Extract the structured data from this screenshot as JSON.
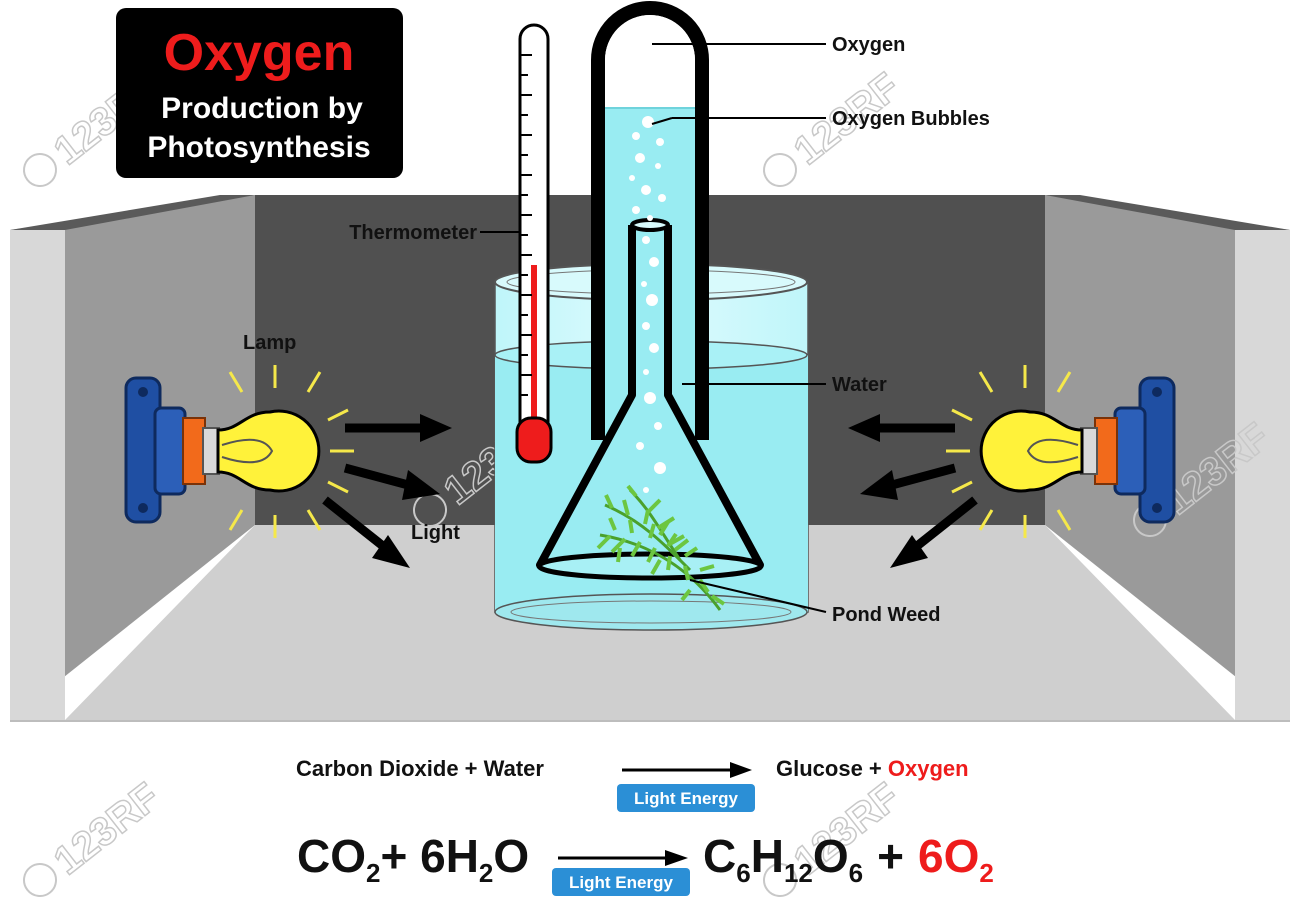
{
  "title": {
    "main": "Oxygen",
    "line1": "Production by",
    "line2": "Photosynthesis"
  },
  "labels": {
    "oxygen": "Oxygen",
    "oxygen_bubbles": "Oxygen Bubbles",
    "thermometer": "Thermometer",
    "water": "Water",
    "pond_weed": "Pond Weed",
    "lamp": "Lamp",
    "light": "Light"
  },
  "word_equation": {
    "reactants": "Carbon Dioxide + Water",
    "product_glucose": "Glucose + ",
    "product_oxygen": "Oxygen",
    "condition": "Light Energy"
  },
  "chemical_equation": {
    "co2_c": "CO",
    "co2_sub": "2",
    "plus1": "+ 6H",
    "h2o_sub": "2",
    "h2o_o": "O",
    "glucose_c": "C",
    "glucose_c_sub": "6",
    "glucose_h": "H",
    "glucose_h_sub": "12",
    "glucose_o": "O",
    "glucose_o_sub": "6",
    "plus2": "+",
    "oxygen": "6O",
    "oxygen_sub": "2",
    "condition": "Light Energy"
  },
  "watermark": "123RF",
  "colors": {
    "title_red": "#ee1c1c",
    "water": "#99ecf2",
    "badge": "#2b8fd6",
    "bulb": "#fff23a",
    "lamp_base": "#1f4fa3",
    "lamp_socket": "#f26a1b",
    "weed": "#6cc640"
  }
}
